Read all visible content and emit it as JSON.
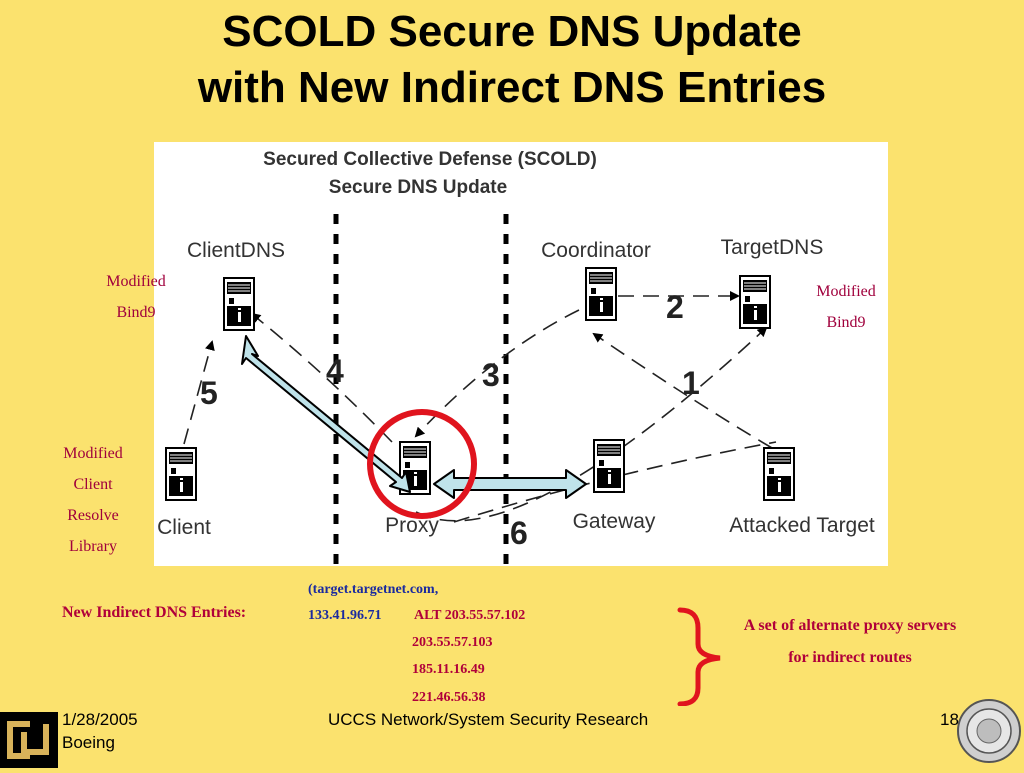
{
  "title": {
    "line1": "SCOLD Secure DNS Update",
    "line2": "with New Indirect DNS Entries"
  },
  "diagram": {
    "heading1": "Secured Collective Defense (SCOLD)",
    "heading2": "Secure DNS Update",
    "nodes": {
      "client_dns": "ClientDNS",
      "coordinator": "Coordinator",
      "target_dns": "TargetDNS",
      "client": "Client",
      "proxy": "Proxy",
      "gateway": "Gateway",
      "attacked_target": "Attacked Target"
    },
    "steps": [
      "1",
      "2",
      "3",
      "4",
      "5",
      "6"
    ]
  },
  "notes": {
    "left_dns": [
      "Modified",
      "Bind9"
    ],
    "right_dns": [
      "Modified",
      "Bind9"
    ],
    "client_lib": [
      "Modified",
      "Client",
      "Resolve",
      "Library"
    ]
  },
  "entries": {
    "label": "New Indirect DNS Entries:",
    "host": "(target.targetnet.com,",
    "primary_ip": "133.41.96.71",
    "alt_prefix": "ALT 203.55.57.102",
    "alt_ips": [
      "203.55.57.103",
      "185.11.16.49",
      "221.46.56.38"
    ],
    "brace_note_line1": "A set of alternate proxy servers",
    "brace_note_line2": "for indirect routes"
  },
  "footer": {
    "date": "1/28/2005",
    "org": "Boeing",
    "center": "UCCS Network/System Security Research",
    "page": "18"
  },
  "colors": {
    "background": "#fbe26e",
    "note_red": "#b0003a",
    "ip_blue": "#1a2aa0",
    "circle_red": "#e0141e",
    "arrow_fill": "#bfe3ea"
  }
}
